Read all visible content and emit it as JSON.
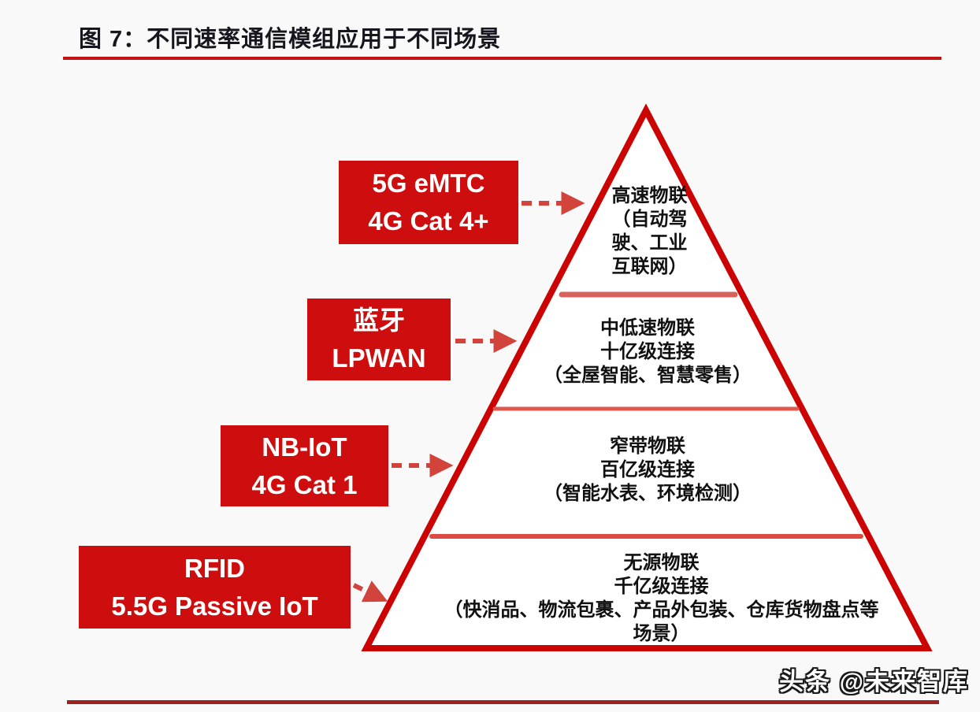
{
  "title": "图 7：不同速率通信模组应用于不同场景",
  "watermark": "头条 @未来智库",
  "modules": [
    {
      "name": "high-speed-modules",
      "lines": [
        "5G eMTC",
        "4G Cat 4+"
      ]
    },
    {
      "name": "mid-low-speed-modules",
      "lines": [
        "蓝牙",
        "LPWAN"
      ]
    },
    {
      "name": "narrowband-modules",
      "lines": [
        "NB-IoT",
        "4G Cat 1"
      ]
    },
    {
      "name": "passive-modules",
      "lines": [
        "RFID",
        "5.5G Passive IoT"
      ]
    }
  ],
  "pyramid_tiers": [
    {
      "name": "tier-high-speed-iot",
      "lines": [
        "高速物联",
        "（自动驾",
        "驶、工业",
        "互联网）"
      ]
    },
    {
      "name": "tier-mid-low-speed-iot",
      "lines": [
        "中低速物联",
        "十亿级连接",
        "（全屋智能、智慧零售）"
      ]
    },
    {
      "name": "tier-narrowband-iot",
      "lines": [
        "窄带物联",
        "百亿级连接",
        "（智能水表、环境检测）"
      ]
    },
    {
      "name": "tier-passive-iot",
      "lines": [
        "无源物联",
        "千亿级连接",
        "（快消品、物流包裹、产品外包装、仓库货物盘点等",
        "场景）"
      ]
    }
  ],
  "colors": {
    "pyramid_red": "#cc0303",
    "box_red": "#ce0e0e",
    "arrow_red": "#d2433c",
    "divider_red": "#dc5a50",
    "title_underline_red": "#c11414",
    "footer_line_red": "#9c2222",
    "box_text": "#ffffff",
    "tier_text": "#111111",
    "title_text": "#16161f"
  }
}
